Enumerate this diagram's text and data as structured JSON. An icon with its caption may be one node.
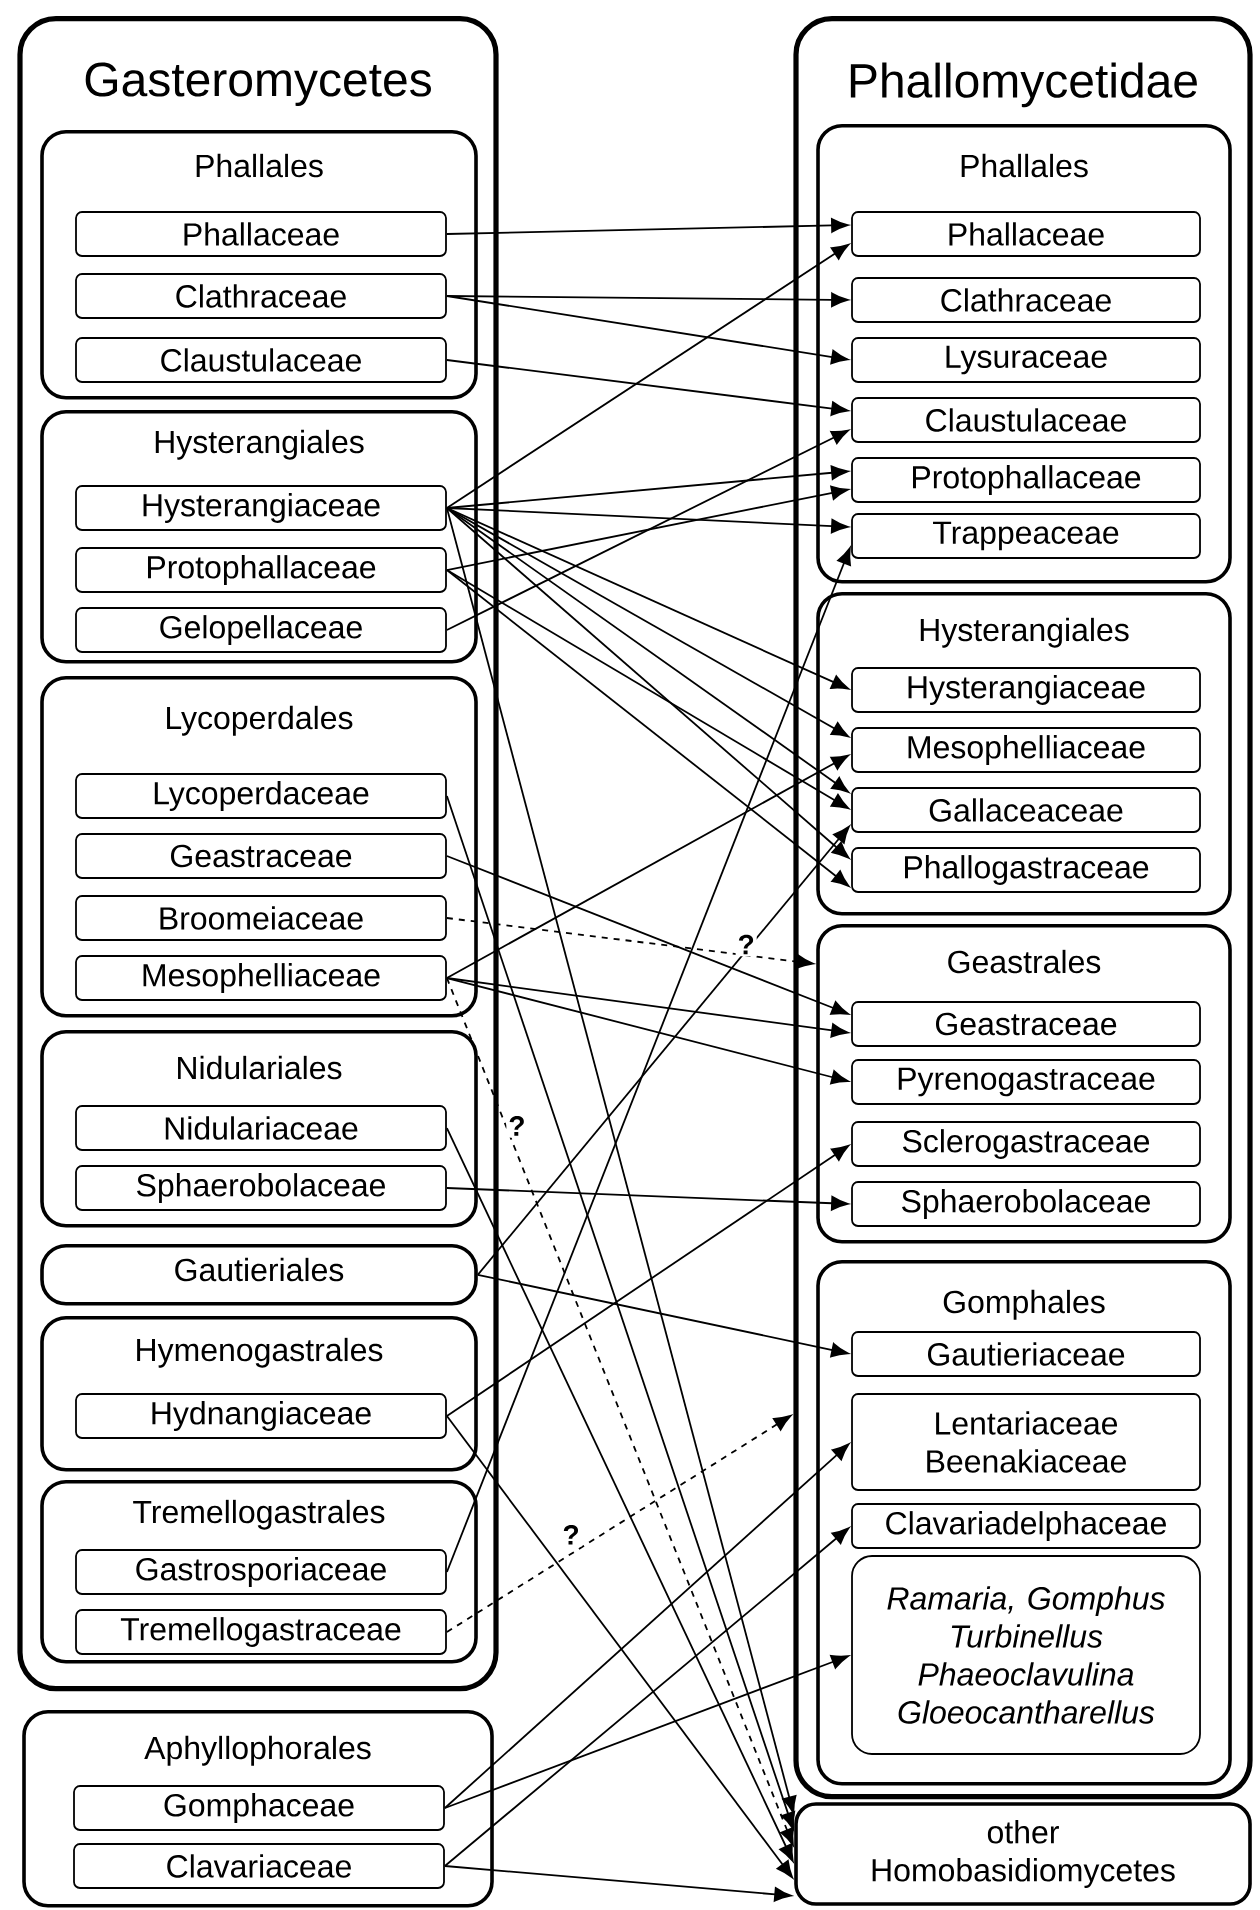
{
  "diagram": {
    "nodes": [
      {
        "text": [
          "Gasteromycetes"
        ]
      },
      {
        "text": [
          "Phallales"
        ],
        "in": 0
      },
      {
        "text": [
          "Phallaceae"
        ],
        "in": 1
      },
      {
        "text": [
          "Clathraceae"
        ],
        "in": 1
      },
      {
        "text": [
          "Claustulaceae"
        ],
        "in": 1
      },
      {
        "text": [
          "Hysterangiales"
        ],
        "in": 0
      },
      {
        "text": [
          "Hysterangiaceae"
        ],
        "in": 5
      },
      {
        "text": [
          "Protophallaceae"
        ],
        "in": 5
      },
      {
        "text": [
          "Gelopellaceae"
        ],
        "in": 5
      },
      {
        "text": [
          "Lycoperdales"
        ],
        "in": 0
      },
      {
        "text": [
          "Lycoperdaceae"
        ],
        "in": 9
      },
      {
        "text": [
          "Geastraceae"
        ],
        "in": 9
      },
      {
        "text": [
          "Broomeiaceae"
        ],
        "in": 9
      },
      {
        "text": [
          "Mesophelliaceae"
        ],
        "in": 9
      },
      {
        "text": [
          "Nidulariales"
        ],
        "in": 0
      },
      {
        "text": [
          "Nidulariaceae"
        ],
        "in": 14
      },
      {
        "text": [
          "Sphaerobolaceae"
        ],
        "in": 14
      },
      {
        "text": [
          "Gautieriales"
        ],
        "in": 0
      },
      {
        "text": [
          "Hymenogastrales"
        ],
        "in": 0
      },
      {
        "text": [
          "Hydnangiaceae"
        ],
        "in": 18
      },
      {
        "text": [
          "Tremellogastrales"
        ],
        "in": 0
      },
      {
        "text": [
          "Gastrosporiaceae"
        ],
        "in": 20
      },
      {
        "text": [
          "Tremellogastraceae"
        ],
        "in": 20
      },
      {
        "text": [
          "Aphyllophorales"
        ]
      },
      {
        "text": [
          "Gomphaceae"
        ],
        "in": 23
      },
      {
        "text": [
          "Clavariaceae"
        ],
        "in": 23
      },
      {
        "text": [
          "Phallomycetidae"
        ]
      },
      {
        "text": [
          "Phallales"
        ],
        "in": 26
      },
      {
        "text": [
          "Phallaceae"
        ],
        "in": 27
      },
      {
        "text": [
          "Clathraceae"
        ],
        "in": 27
      },
      {
        "text": [
          "Lysuraceae"
        ],
        "in": 27
      },
      {
        "text": [
          "Claustulaceae"
        ],
        "in": 27
      },
      {
        "text": [
          "Protophallaceae"
        ],
        "in": 27
      },
      {
        "text": [
          "Trappeaceae"
        ],
        "in": 27
      },
      {
        "text": [
          "Hysterangiales"
        ],
        "in": 26
      },
      {
        "text": [
          "Hysterangiaceae"
        ],
        "in": 34
      },
      {
        "text": [
          "Mesophelliaceae"
        ],
        "in": 34
      },
      {
        "text": [
          "Gallaceaceae"
        ],
        "in": 34
      },
      {
        "text": [
          "Phallogastraceae"
        ],
        "in": 34
      },
      {
        "text": [
          "Geastrales"
        ],
        "in": 26
      },
      {
        "text": [
          "Geastraceae"
        ],
        "in": 39
      },
      {
        "text": [
          "Pyrenogastraceae"
        ],
        "in": 39
      },
      {
        "text": [
          "Sclerogastraceae"
        ],
        "in": 39
      },
      {
        "text": [
          "Sphaerobolaceae"
        ],
        "in": 39
      },
      {
        "text": [
          "Gomphales"
        ],
        "in": 26
      },
      {
        "text": [
          "Gautieriaceae"
        ],
        "in": 44
      },
      {
        "text": [
          "Lentariaceae",
          "Beenakiaceae"
        ],
        "in": 44
      },
      {
        "text": [
          "Clavariadelphaceae"
        ],
        "in": 44
      },
      {
        "text": [
          "Ramaria, Gomphus",
          "Turbinellus",
          "Phaeoclavulina",
          "Gloeocantharellus"
        ],
        "in": 44
      },
      {
        "text": [
          "other Homobasidiomycetes"
        ]
      }
    ],
    "edges": [
      {
        "from": 2,
        "to": 28,
        "arrow": "to"
      },
      {
        "from": 3,
        "to": 29,
        "arrow": "to"
      },
      {
        "from": 3,
        "to": 30,
        "arrow": "to"
      },
      {
        "from": 4,
        "to": 31,
        "arrow": "to"
      },
      {
        "from": 6,
        "to": 28,
        "arrow": "to"
      },
      {
        "from": 6,
        "to": 32,
        "arrow": "to"
      },
      {
        "from": 6,
        "to": 33,
        "arrow": "to"
      },
      {
        "from": 6,
        "to": 35,
        "arrow": "to"
      },
      {
        "from": 6,
        "to": 36,
        "arrow": "to"
      },
      {
        "from": 6,
        "to": 37,
        "arrow": "to"
      },
      {
        "from": 6,
        "to": 38,
        "arrow": "to"
      },
      {
        "from": 6,
        "to": 49,
        "arrow": "to"
      },
      {
        "from": 7,
        "to": 32,
        "arrow": "to"
      },
      {
        "from": 7,
        "to": 37,
        "arrow": "to"
      },
      {
        "from": 7,
        "to": 38,
        "arrow": "to"
      },
      {
        "from": 8,
        "to": 31,
        "arrow": "to"
      },
      {
        "from": 10,
        "to": 49,
        "arrow": "to"
      },
      {
        "from": 11,
        "to": 40,
        "arrow": "to"
      },
      {
        "from": 12,
        "to": 39,
        "arrow": "to",
        "style": "dashed",
        "label": "?"
      },
      {
        "from": 13,
        "to": 36,
        "arrow": "to"
      },
      {
        "from": 13,
        "to": 40,
        "arrow": "to"
      },
      {
        "from": 13,
        "to": 41,
        "arrow": "to"
      },
      {
        "from": 13,
        "to": 49,
        "arrow": "to",
        "style": "dashed",
        "label": "?"
      },
      {
        "from": 15,
        "to": 49,
        "arrow": "to"
      },
      {
        "from": 16,
        "to": 43,
        "arrow": "to"
      },
      {
        "from": 17,
        "to": 37,
        "arrow": "to"
      },
      {
        "from": 17,
        "to": 45,
        "arrow": "to"
      },
      {
        "from": 19,
        "to": 42,
        "arrow": "to"
      },
      {
        "from": 19,
        "to": 49,
        "arrow": "to"
      },
      {
        "from": 21,
        "to": 33,
        "arrow": "to"
      },
      {
        "from": 22,
        "to": 26,
        "arrow": "to",
        "style": "dashed",
        "label": "?"
      },
      {
        "from": 24,
        "to": 46,
        "arrow": "to"
      },
      {
        "from": 24,
        "to": 48,
        "arrow": "to"
      },
      {
        "from": 25,
        "to": 47,
        "arrow": "to"
      },
      {
        "from": 25,
        "to": 49,
        "arrow": "to"
      }
    ]
  }
}
